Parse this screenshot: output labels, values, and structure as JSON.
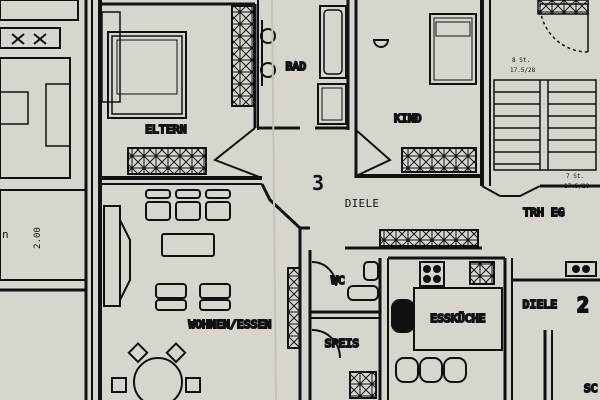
{
  "plan": {
    "paper_color": "#d8d5cf",
    "ink_color": "#111111",
    "rooms": {
      "eltern": "ELTERN",
      "bad": "BAD",
      "kind": "KIND",
      "diele": "DIELE",
      "wohnen_essen": "WOHNEN/ESSEN",
      "wc": "WC",
      "speis": "SPEIS",
      "esskueche": "ESSKÜCHE",
      "trh_eg": "TRH EG",
      "diele_2": "DIELE"
    },
    "numbers": {
      "unit_3": "3",
      "unit_2": "2"
    },
    "dimension_label": "2.00",
    "stair_notes": {
      "upper": [
        "8 St.",
        "17.5/28"
      ],
      "lower": [
        "7 St.",
        "17.5/28"
      ]
    },
    "edge_fragments": {
      "left_n": "n",
      "bottom_right": "SC"
    },
    "symbols": {
      "bed_icon": "bed-icon",
      "table_icon": "table-icon",
      "chair_icon": "chair-icon",
      "toilet_icon": "toilet-icon",
      "bathtub_icon": "bathtub-icon",
      "sink_icon": "sink-icon",
      "stove_icon": "stove-icon",
      "wardrobe_icon": "wardrobe-icon",
      "door_swing_icon": "door-swing-icon",
      "stair_icon": "stair-icon"
    }
  }
}
